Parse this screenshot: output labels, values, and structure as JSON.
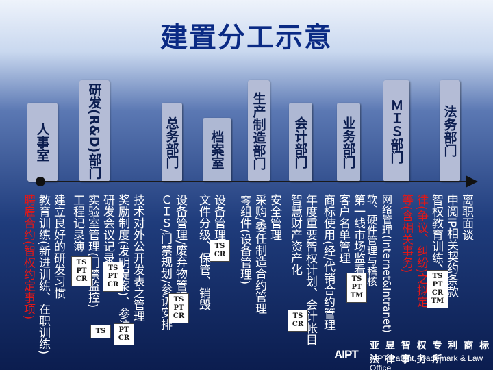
{
  "title": "建置分工示意",
  "colors": {
    "dept_box": "#b4bcd6",
    "dept_box_alt": "#aeb8d3",
    "highlight_red": "#e01818",
    "title_blue": "#0a2a84"
  },
  "departments": [
    "人事室",
    "研发(R&D)部门",
    "总务部门",
    "档案室",
    "生产制造部门",
    "会计部门",
    "业务部门",
    "ＭＩＳ部门",
    "法务部门"
  ],
  "columns": {
    "legal": {
      "lines": [
        "离职面谈",
        "申阅IP相关契约条款",
        "智权教育训练、法",
        "律(争议、纠纷)之拟定",
        "等(含相关事务)"
      ]
    },
    "mis": {
      "lines": [
        "网络管理(Internet&Intranet)",
        "软、硬件管理与稽核"
      ]
    },
    "sales": {
      "lines": [
        "第一线市场监看",
        "客户名单管理",
        "商标使用(经/代销合约管理"
      ]
    },
    "accounting": {
      "lines": [
        "年度重要智权计划、会计帐目",
        "智慧财产资产化"
      ]
    },
    "production": {
      "lines": [
        "安全管理",
        "采购/委任制造合约管理",
        "零组件(设备管理)"
      ]
    },
    "archive": {
      "lines": [
        "设备管理、",
        "文件分级、保管、销毁"
      ]
    },
    "general": {
      "lines": [
        "设备管理/废弃物管理",
        "ＣＩＳ/门禁规划/参访安排"
      ]
    },
    "rnd": {
      "lines": [
        "技术对外公开发表之管理",
        "奖励制度(发明提案)、参访检",
        "研发会议记录",
        "实验室管理(门禁监控)",
        "工程记录簿"
      ]
    },
    "hr": {
      "lines": [
        "建立良好的研发习惯",
        "教育训练(新进训练、在职训练)",
        "聘雇合约(智权约定事项)"
      ]
    }
  },
  "badges": {
    "legal": [
      "TS",
      "PT",
      "CR",
      "TM"
    ],
    "mis": [
      "TS",
      "PT",
      "TM"
    ],
    "accounting": [
      "TS",
      "CR"
    ],
    "archive": [
      "TS",
      "CR"
    ],
    "general": [
      "TS",
      "PT",
      "CR"
    ],
    "rnd_a": [
      "TS",
      "PT",
      "CR"
    ],
    "rnd_b": [
      "PT",
      "CR"
    ],
    "rnd_c": [
      "TS"
    ],
    "hr": [
      "TS",
      "PT",
      "CR"
    ]
  },
  "logo": {
    "mark": "AIPT",
    "cn": "亚 昱 智 权 专 利 商 标 法 律 事 务 所",
    "en": "AIPT Patent, Trademark & Law Office"
  }
}
